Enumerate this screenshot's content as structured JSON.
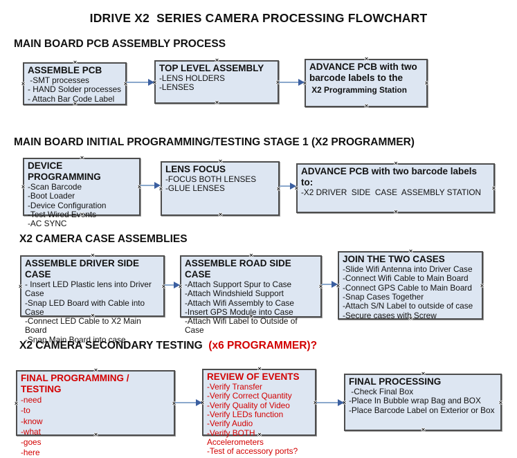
{
  "page_title": "IDRIVE X2  SERIES CAMERA PROCESSING FLOWCHART",
  "colors": {
    "box_fill": "#dde6f2",
    "box_border": "#4d4d4d",
    "arrow_line": "#8aa8cc",
    "arrow_head": "#3b5fa0",
    "red_text": "#d20000",
    "text": "#111111"
  },
  "icons": {
    "connection_handle": "×",
    "arrowhead": "right-arrowhead"
  },
  "sections": [
    {
      "heading": "MAIN BOARD PCB ASSEMBLY PROCESS",
      "heading_suffix": "",
      "boxes": [
        {
          "title": "ASSEMBLE PCB",
          "items": [
            " -SMT processes",
            "- HAND Solder processes",
            "- Attach Bar Code Label"
          ]
        },
        {
          "title": "TOP LEVEL ASSEMBLY",
          "items": [
            "-LENS HOLDERS",
            "-LENSES"
          ]
        },
        {
          "title": "ADVANCE PCB with two barcode labels to the",
          "items": [
            " X2 Programming Station"
          ]
        }
      ]
    },
    {
      "heading": "MAIN BOARD INITIAL PROGRAMMING/TESTING STAGE 1 (X2 PROGRAMMER)",
      "heading_suffix": "",
      "boxes": [
        {
          "title": "DEVICE PROGRAMMING",
          "items": [
            "-Scan Barcode",
            "-Boot Loader",
            "-Device Configuration",
            "-Test Wired Events",
            "-AC SYNC"
          ]
        },
        {
          "title": "LENS FOCUS",
          "items": [
            "-FOCUS BOTH LENSES",
            "-GLUE LENSES"
          ]
        },
        {
          "title": "ADVANCE PCB with two barcode labels to:",
          "items": [
            "-X2 DRIVER  SIDE  CASE  ASSEMBLY STATION"
          ]
        }
      ]
    },
    {
      "heading": "X2 CAMERA CASE ASSEMBLIES",
      "heading_suffix": "",
      "boxes": [
        {
          "title": "ASSEMBLE DRIVER SIDE CASE",
          "items": [
            "- Insert LED Plastic lens into Driver Case",
            "-Snap LED Board with Cable into Case",
            "-Connect LED Cable to X2 Main Board",
            "-Snap Main Board into case"
          ]
        },
        {
          "title": "ASSEMBLE ROAD SIDE CASE",
          "items": [
            "-Attach Support Spur to Case",
            "-Attach Windshield Support",
            "-Attach Wifi Assembly to Case",
            "-Insert GPS Module into Case",
            "-Attach Wifi Label to Outside of Case"
          ]
        },
        {
          "title": "JOIN THE TWO CASES",
          "items": [
            "-Slide Wifi Antenna into Driver Case",
            "-Connect Wifi Cable to Main Board",
            "-Connect GPS Cable to Main Board",
            "-Snap Cases Together",
            "-Attach S/N Label to outside of case",
            "-Secure cases with Screw"
          ]
        }
      ]
    },
    {
      "heading": "X2 CAMERA SECONDARY TESTING ",
      "heading_suffix": " (x6 PROGRAMMER)?",
      "boxes": [
        {
          "title": "FINAL PROGRAMMING / TESTING",
          "items": [
            "-need",
            "-to",
            "-know",
            "-what",
            "-goes",
            "-here"
          ]
        },
        {
          "title": "REVIEW OF EVENTS",
          "items": [
            "-Verify Transfer",
            "-Verify Correct Quantity",
            "-Verify Quality of Video",
            "-Verify LEDs function",
            "-Verify Audio",
            "-Verify BOTH Accelerometers",
            "-Test of accessory ports?"
          ]
        },
        {
          "title": "FINAL PROCESSING",
          "items": [
            " -Check Final Box",
            "-Place In Bubble wrap Bag and BOX",
            "-Place Barcode Label on Exterior or Box"
          ]
        }
      ]
    }
  ]
}
